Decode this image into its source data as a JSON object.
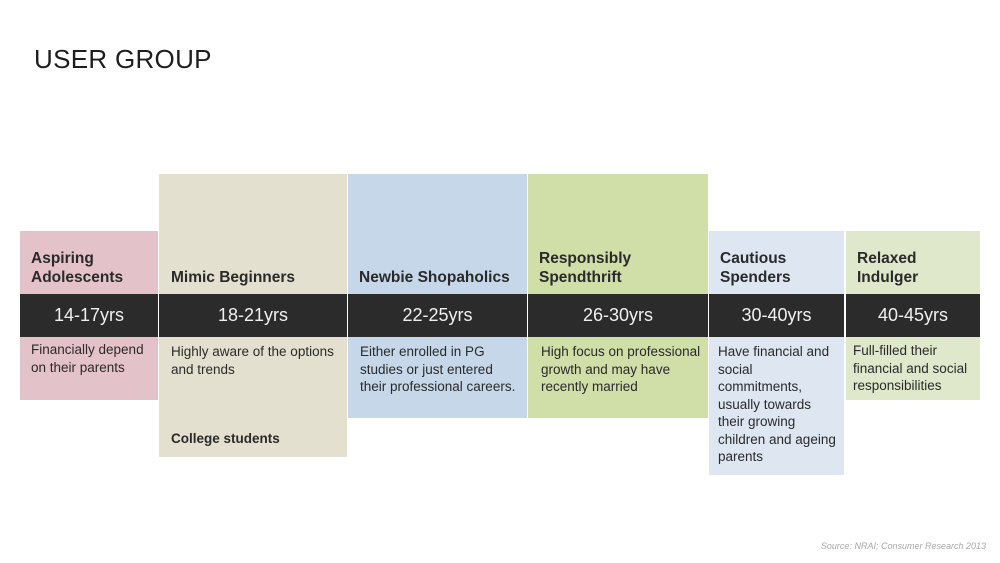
{
  "title": "USER GROUP",
  "groups": [
    {
      "name": "Aspiring Adolescents",
      "age": "14-17yrs",
      "description": "Financially depend on their parents",
      "note": "",
      "color": "#e3c3c9"
    },
    {
      "name": "Mimic Beginners",
      "age": "18-21yrs",
      "description": "Highly aware of the options and trends",
      "note": "College students",
      "color": "#e4e0cf"
    },
    {
      "name": "Newbie Shopaholics",
      "age": "22-25yrs",
      "description": "Either enrolled in PG studies or just entered their professional careers.",
      "note": "",
      "color": "#c6d7ea"
    },
    {
      "name": "Responsibly Spendthrift",
      "age": "26-30yrs",
      "description": "High focus on professional growth and may have recently married",
      "note": "",
      "color": "#d0dea8"
    },
    {
      "name": "Cautious Spenders",
      "age": "30-40yrs",
      "description": "Have financial and social commitments, usually towards their growing children and ageing parents",
      "note": "",
      "color": "#dde6f1"
    },
    {
      "name": "Relaxed Indulger",
      "age": "40-45yrs",
      "description": "Full-filled their financial and social responsibilities",
      "note": "",
      "color": "#dfe8cb"
    }
  ],
  "source": "Source: NRAI; Consumer Research 2013"
}
